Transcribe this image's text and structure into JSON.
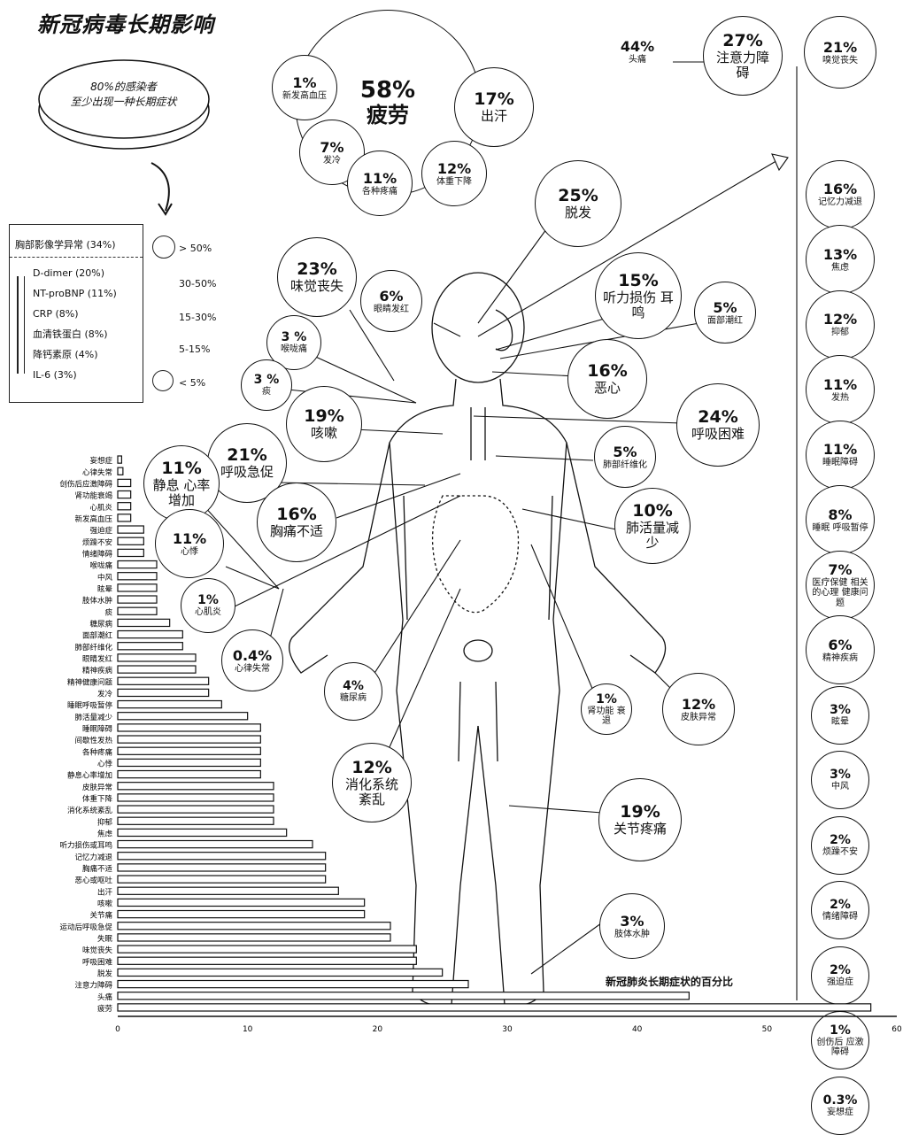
{
  "title": "新冠病毒长期影响",
  "callout": {
    "line1": "80%的感染者",
    "line2": "至少出现一种长期症状"
  },
  "legend": {
    "header": "胸部影像学异常 (34%)",
    "items": [
      "D-dimer (20%)",
      "NT-proBNP (11%)",
      "CRP (8%)",
      "血清铁蛋白 (8%)",
      "降钙素原 (4%)",
      "IL-6 (3%)"
    ]
  },
  "size_key": [
    "> 50%",
    "30-50%",
    "15-30%",
    "5-15%",
    "< 5%"
  ],
  "bubbles_body": [
    {
      "pct": "58%",
      "label": "疲劳"
    },
    {
      "pct": "1%",
      "label": "新发高血压"
    },
    {
      "pct": "17%",
      "label": "出汗"
    },
    {
      "pct": "7%",
      "label": "发冷"
    },
    {
      "pct": "11%",
      "label": "各种疼痛"
    },
    {
      "pct": "12%",
      "label": "体重下降"
    },
    {
      "pct": "44%",
      "label": "头痛"
    },
    {
      "pct": "25%",
      "label": "脱发"
    },
    {
      "pct": "23%",
      "label": "味觉丧失"
    },
    {
      "pct": "6%",
      "label": "眼睛发红"
    },
    {
      "pct": "15%",
      "label": "听力损伤 耳鸣"
    },
    {
      "pct": "5%",
      "label": "面部潮红"
    },
    {
      "pct": "3 %",
      "label": "喉咙痛"
    },
    {
      "pct": "3 %",
      "label": "痰"
    },
    {
      "pct": "16%",
      "label": "恶心"
    },
    {
      "pct": "19%",
      "label": "咳嗽"
    },
    {
      "pct": "24%",
      "label": "呼吸困难"
    },
    {
      "pct": "21%",
      "label": "呼吸急促"
    },
    {
      "pct": "5%",
      "label": "肺部纤维化"
    },
    {
      "pct": "11%",
      "label": "静息 心率增加"
    },
    {
      "pct": "16%",
      "label": "胸痛不适"
    },
    {
      "pct": "10%",
      "label": "肺活量减少"
    },
    {
      "pct": "11%",
      "label": "心悸"
    },
    {
      "pct": "1%",
      "label": "心肌炎"
    },
    {
      "pct": "0.4%",
      "label": "心律失常"
    },
    {
      "pct": "4%",
      "label": "糖尿病"
    },
    {
      "pct": "1%",
      "label": "肾功能 衰退"
    },
    {
      "pct": "12%",
      "label": "皮肤异常"
    },
    {
      "pct": "12%",
      "label": "消化系统 紊乱"
    },
    {
      "pct": "19%",
      "label": "关节疼痛"
    },
    {
      "pct": "3%",
      "label": "肢体水肿"
    }
  ],
  "bubbles_column": [
    {
      "pct": "27%",
      "label": "注意力障碍"
    },
    {
      "pct": "21%",
      "label": "嗅觉丧失"
    },
    {
      "pct": "16%",
      "label": "记忆力减退"
    },
    {
      "pct": "13%",
      "label": "焦虑"
    },
    {
      "pct": "12%",
      "label": "抑郁"
    },
    {
      "pct": "11%",
      "label": "发热"
    },
    {
      "pct": "11%",
      "label": "睡眠障碍"
    },
    {
      "pct": "8%",
      "label": "睡眠 呼吸暂停"
    },
    {
      "pct": "7%",
      "label": "医疗保健 相关的心理 健康问题"
    },
    {
      "pct": "6%",
      "label": "精神疾病"
    },
    {
      "pct": "3%",
      "label": "眩晕"
    },
    {
      "pct": "3%",
      "label": "中风"
    },
    {
      "pct": "2%",
      "label": "烦躁不安"
    },
    {
      "pct": "2%",
      "label": "情绪障碍"
    },
    {
      "pct": "2%",
      "label": "强迫症"
    },
    {
      "pct": "1%",
      "label": "创伤后 应激障碍"
    },
    {
      "pct": "0.3%",
      "label": "妄想症"
    }
  ],
  "caption": "新冠肺炎长期症状的百分比",
  "colors": {
    "ink": "#111111",
    "bar_fill": "#ffffff",
    "background": "#ffffff"
  },
  "chart_data": {
    "type": "bar",
    "orientation": "horizontal",
    "title": "新冠肺炎长期症状的百分比",
    "xlim": [
      0,
      60
    ],
    "xticks": [
      "0",
      "10",
      "20",
      "30",
      "40",
      "50",
      "60"
    ],
    "categories": [
      "妄想症",
      "心律失常",
      "创伤后应激障碍",
      "肾功能衰竭",
      "心肌炎",
      "新发高血压",
      "强迫症",
      "烦躁不安",
      "情绪障碍",
      "喉咙痛",
      "中风",
      "眩晕",
      "肢体水肿",
      "痰",
      "糖尿病",
      "面部潮红",
      "肺部纤维化",
      "眼睛发红",
      "精神疾病",
      "精神健康问题",
      "发冷",
      "睡眠呼吸暂停",
      "肺活量减少",
      "睡眠障碍",
      "间歇性发热",
      "各种疼痛",
      "心悸",
      "静息心率增加",
      "皮肤异常",
      "体重下降",
      "消化系统紊乱",
      "抑郁",
      "焦虑",
      "听力损伤或耳鸣",
      "记忆力减退",
      "胸痛不适",
      "恶心或呕吐",
      "出汗",
      "咳嗽",
      "关节痛",
      "运动后呼吸急促",
      "失眠",
      "味觉丧失",
      "呼吸困难",
      "脱发",
      "注意力障碍",
      "头痛",
      "疲劳"
    ],
    "values": [
      0.3,
      0.4,
      1,
      1,
      1,
      1,
      2,
      2,
      2,
      3,
      3,
      3,
      3,
      3,
      4,
      5,
      5,
      6,
      6,
      7,
      7,
      8,
      10,
      11,
      11,
      11,
      11,
      11,
      12,
      12,
      12,
      12,
      13,
      15,
      16,
      16,
      16,
      17,
      19,
      19,
      21,
      21,
      23,
      23,
      25,
      27,
      44,
      58
    ]
  }
}
